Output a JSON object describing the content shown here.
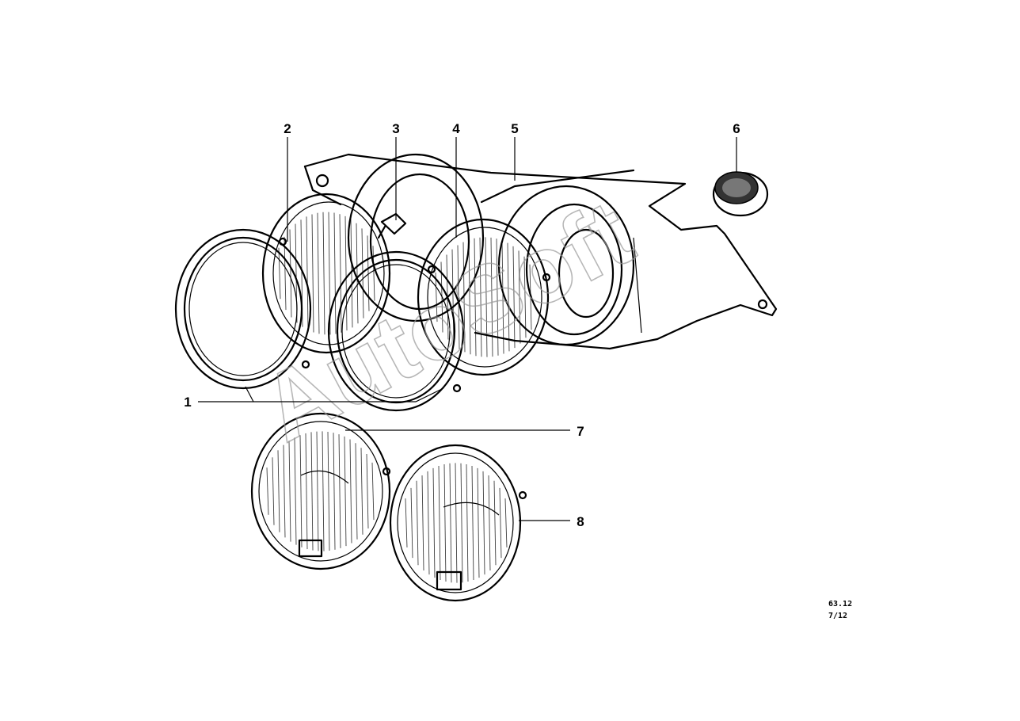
{
  "diagram": {
    "callouts": [
      "1",
      "2",
      "3",
      "4",
      "5",
      "6",
      "7",
      "8"
    ],
    "drawing_code": "63.12",
    "drawing_date": "7/12",
    "watermark": "AutoSoft"
  }
}
